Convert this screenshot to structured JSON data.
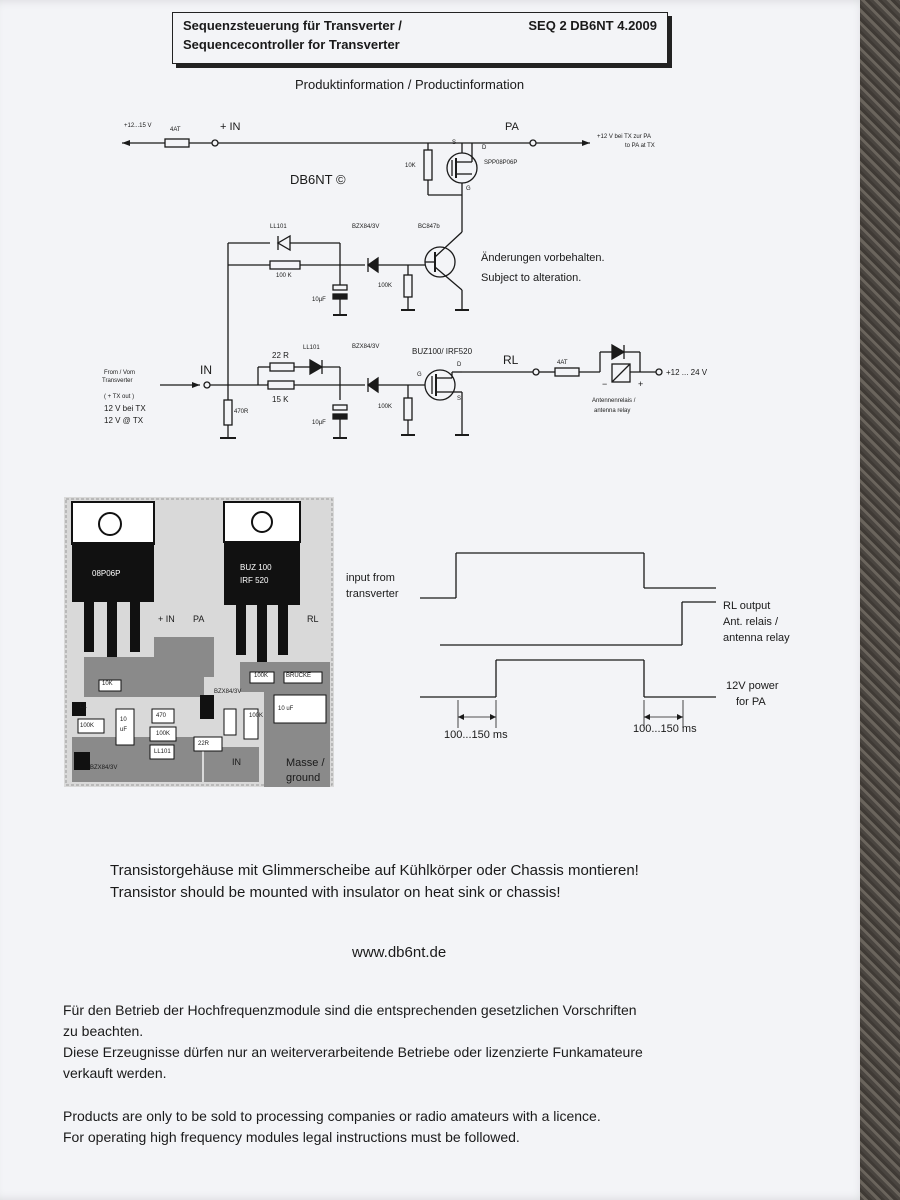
{
  "header": {
    "title_de": "Sequenzsteuerung für Transverter /",
    "title_en": "Sequencecontroller for Transverter",
    "model": "SEQ 2   DB6NT   4.2009"
  },
  "subtitle": "Produktinformation / Productinformation",
  "schematic": {
    "supply": "+12...15 V",
    "fuse1": "4AT",
    "in_plus": "+ IN",
    "pa": "PA",
    "pa_note_1": "+12 V bei TX zur PA",
    "pa_note_2": "to PA at TX",
    "r10k": "10K",
    "mosfet1": "SPP08P06P",
    "pin_s": "S",
    "pin_d": "D",
    "pin_g": "G",
    "copyright": "DB6NT ©",
    "diode_ll101a": "LL101",
    "zener1": "BZX84/3V",
    "transistor_bc": "BC847b",
    "r100k_a": "100 K",
    "r100k_b": "100K",
    "cap_a": "10µF",
    "note_de": "Änderungen vorbehalten.",
    "note_en": "Subject to alteration.",
    "from_1": "From / Vom",
    "from_2": "Transverter",
    "from_3": "( + TX out )",
    "from_4": "12 V bei TX",
    "from_5": "12 V @ TX",
    "in": "IN",
    "r22": "22 R",
    "diode_ll101b": "LL101",
    "r15k": "15 K",
    "r470": "470R",
    "zener2": "BZX84/3V",
    "cap_b": "10µF",
    "mosfet2": "BUZ100/ IRF520",
    "pin_g2": "G",
    "pin_d2": "D",
    "pin_s2": "S",
    "r100k_c": "100K",
    "rl": "RL",
    "fuse2": "4AT",
    "relay_1": "Antennenrelais /",
    "relay_2": "antenna relay",
    "relay_minus": "−",
    "relay_plus": "+",
    "relay_supply": "+12 ... 24 V"
  },
  "pcb": {
    "pkg1": "08P06P",
    "pkg2_1": "BUZ 100",
    "pkg2_2": "IRF 520",
    "lbl_in": "+ IN",
    "lbl_pa": "PA",
    "lbl_rl": "RL",
    "c_10k": "10K",
    "c_100k_a": "100K",
    "c_bruecke": "BRÜCKE",
    "c_bzx_a": "BZX84/3V",
    "c_10uf_a_1": "10",
    "c_10uf_a_2": "uF",
    "c_470": "470",
    "c_100k_b": "100K",
    "c_100k_c": "100K",
    "c_100k_d": "100K",
    "c_22r": "22R",
    "c_ll101": "LL101",
    "c_bzx_b": "BZX84/3V",
    "c_10uf_b": "10 uF",
    "c_ll": "LL",
    "lbl_in2": "IN",
    "masse_1": "Masse /",
    "masse_2": "ground"
  },
  "timing": {
    "input_1": "input from",
    "input_2": "transverter",
    "rl_1": "RL output",
    "rl_2": "Ant. relais /",
    "rl_3": "antenna relay",
    "pwr_1": "12V power",
    "pwr_2": "for PA",
    "delay_1": "100...150 ms",
    "delay_2": "100...150 ms"
  },
  "mount_de": "Transistorgehäuse mit Glimmerscheibe auf Kühlkörper oder Chassis montieren!",
  "mount_en": "Transistor should be mounted with insulator on heat sink or chassis!",
  "website": "www.db6nt.de",
  "legal_de_1": "Für den Betrieb der Hochfrequenzmodule sind die entsprechenden gesetzlichen Vorschriften",
  "legal_de_2": "zu beachten.",
  "legal_de_3": "Diese Erzeugnisse dürfen nur an weiterverarbeitende Betriebe oder lizenzierte Funkamateure",
  "legal_de_4": "verkauft werden.",
  "legal_en_1": "Products are only to be sold to processing companies or radio amateurs with a licence.",
  "legal_en_2": "For operating high frequency modules legal instructions must be followed."
}
